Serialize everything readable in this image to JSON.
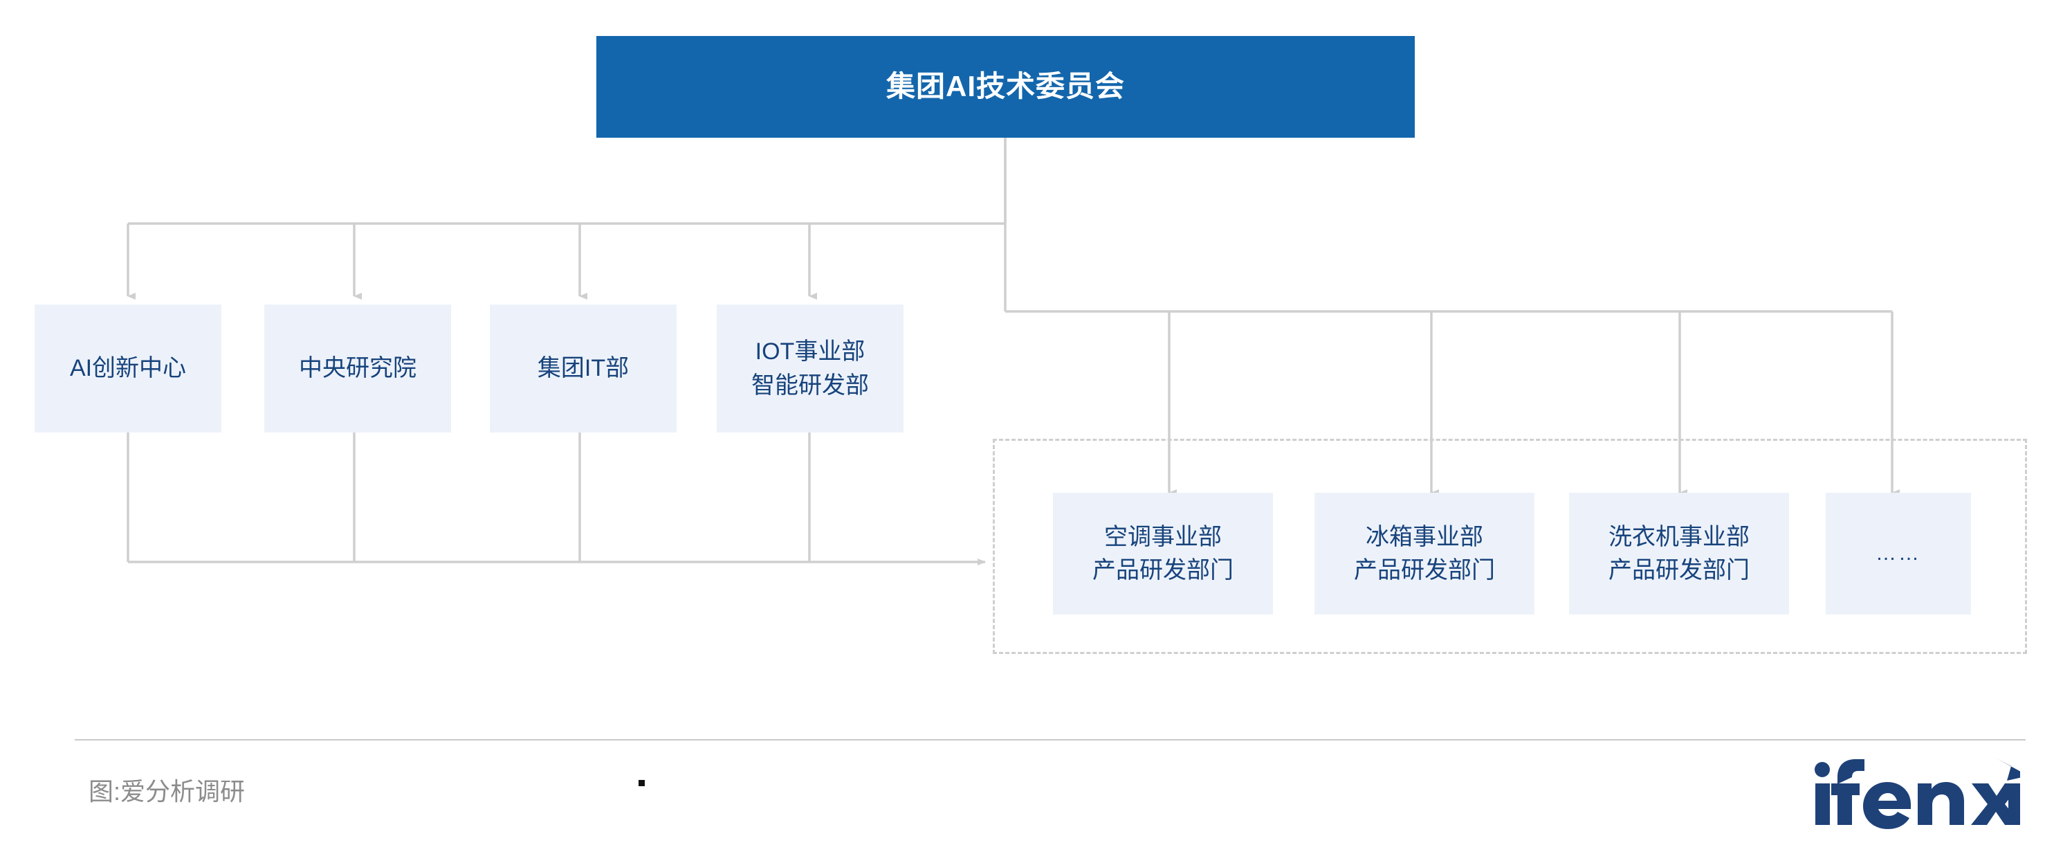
{
  "diagram": {
    "type": "org-chart",
    "root": {
      "id": "ai-committee",
      "title": "集团AI技术委员会",
      "color": "#1366ac",
      "text_color": "#ffffff"
    },
    "node_style": {
      "fill": "#edf2fa",
      "text_color": "#17437c",
      "connector_color": "#cfcfcf"
    },
    "first_level": [
      {
        "id": "ai-innovation-center",
        "label": "AI创新中心"
      },
      {
        "id": "central-research-institute",
        "label": "中央研究院"
      },
      {
        "id": "group-it-department",
        "label": "集团IT部"
      },
      {
        "id": "iot-bu-rnd",
        "label": "IOT事业部\n智能研发部"
      }
    ],
    "business_group": {
      "id": "product-rnd-group",
      "border_style": "dashed",
      "items": [
        {
          "id": "ac-bu-rnd",
          "label": "空调事业部\n产品研发部门"
        },
        {
          "id": "fridge-bu-rnd",
          "label": "冰箱事业部\n产品研发部门"
        },
        {
          "id": "washer-bu-rnd",
          "label": "洗衣机事业部\n产品研发部门"
        },
        {
          "id": "more-bu",
          "label": "……"
        }
      ]
    }
  },
  "footer": {
    "source": "图:爱分析调研",
    "brand": "ifenxi",
    "brand_color": "#1e4178",
    "rule_color": "#c9c9c9"
  }
}
